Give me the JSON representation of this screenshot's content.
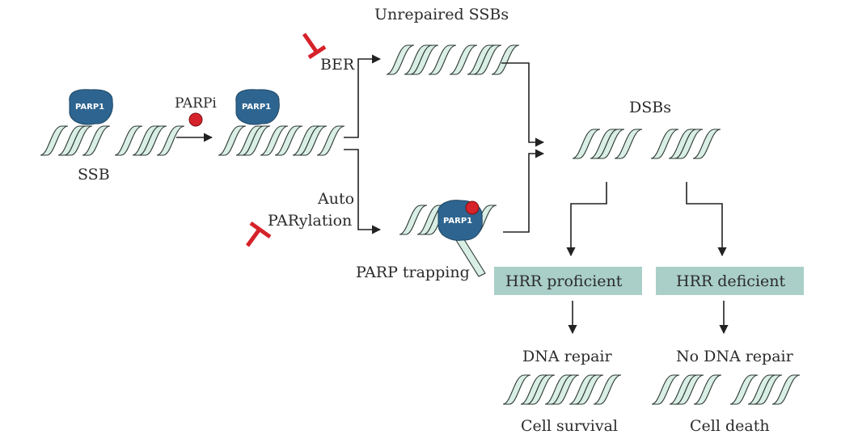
{
  "labels": {
    "unrepaired": "Unrepaired SSBs",
    "ber": "BER",
    "parpi": "PARPi",
    "ssb": "SSB",
    "auto": "Auto",
    "parylation": "PARylation",
    "trapping": "PARP trapping",
    "dsbs": "DSBs",
    "dna_repair": "DNA repair",
    "cell_survival": "Cell survival",
    "no_dna_repair": "No DNA repair",
    "cell_death": "Cell death"
  },
  "proteins": {
    "p1": "PARP1",
    "p2": "PARP1",
    "p3": "PARP1"
  },
  "boxes": {
    "proficient": "HRR proficient",
    "deficient": "HRR deficient"
  },
  "colors": {
    "protein": "#2e6590",
    "inhibitor": "#d6222a",
    "drug": "#d6222a",
    "strand": "#d9eee4",
    "box": "#a9cfc8"
  }
}
